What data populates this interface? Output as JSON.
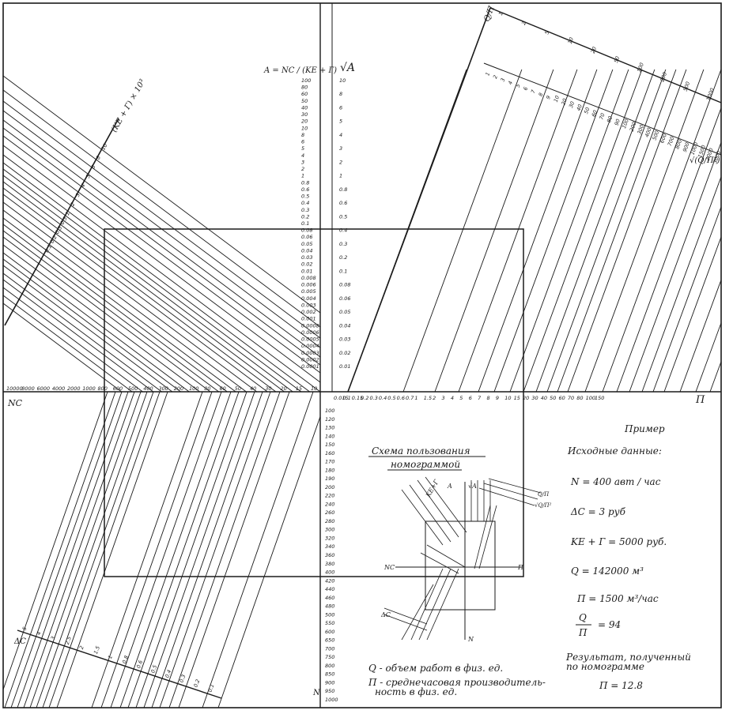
{
  "chart_data": {
    "type": "nomogram",
    "scales": {
      "A": {
        "formula": "A = NC / (KE + Г)",
        "values": [
          "100",
          "80",
          "60",
          "50",
          "40",
          "30",
          "20",
          "10",
          "8",
          "6",
          "5",
          "4",
          "3",
          "2",
          "1",
          "0.8",
          "0.6",
          "0.5",
          "0.4",
          "0.3",
          "0.2",
          "0.1",
          "0.08",
          "0.06",
          "0.05",
          "0.04",
          "0.03",
          "0.02",
          "0.01",
          "0.008",
          "0.006",
          "0.005",
          "0.004",
          "0.003",
          "0.002",
          "0.001",
          "0.0008",
          "0.0006",
          "0.0005",
          "0.0004",
          "0.0003",
          "0.0002",
          "0.0001"
        ]
      },
      "sqrtA": {
        "label": "√A",
        "values": [
          "10",
          "8",
          "6",
          "5",
          "4",
          "3",
          "2",
          "1",
          "0.8",
          "0.6",
          "0.5",
          "0.4",
          "0.3",
          "0.2",
          "0.1",
          "0.08",
          "0.06",
          "0.05",
          "0.04",
          "0.03",
          "0.02",
          "0.01"
        ]
      },
      "KE_G": {
        "label": "(KE + Г) × 10³",
        "values": [
          "0.1",
          "0.2",
          "0.3",
          "0.5",
          "1",
          "2",
          "3",
          "4",
          "5",
          "6",
          "8",
          "10"
        ]
      },
      "NC": {
        "label": "NC",
        "values": [
          "10000",
          "8000",
          "6000",
          "4000",
          "2000",
          "1000",
          "800",
          "600",
          "500",
          "400",
          "300",
          "200",
          "100",
          "80",
          "60",
          "50",
          "40",
          "30",
          "20",
          "15",
          "10"
        ]
      },
      "P": {
        "label": "П",
        "values": [
          "0.015",
          "0.1",
          "0.15",
          "0.2",
          "0.3",
          "0.4",
          "0.5",
          "0.6",
          "0.7",
          "1",
          "1.5",
          "2",
          "3",
          "4",
          "5",
          "6",
          "7",
          "8",
          "9",
          "10",
          "15",
          "20",
          "30",
          "40",
          "50",
          "60",
          "70",
          "80",
          "100",
          "150"
        ]
      },
      "Q_over_P": {
        "label": "Q/П",
        "values": [
          "1",
          "2",
          "5",
          "10",
          "20",
          "50",
          "100",
          "200",
          "500",
          "1000"
        ]
      },
      "sqrt_Q_over_P2": {
        "label": "√(Q/П²)",
        "values": [
          "1",
          "2",
          "3",
          "4",
          "5",
          "6",
          "7",
          "8",
          "9",
          "10",
          "20",
          "30",
          "40",
          "50",
          "60",
          "70",
          "80",
          "90",
          "100",
          "200",
          "300",
          "400",
          "500",
          "600",
          "700",
          "800",
          "900",
          "1000",
          "1500",
          "2000",
          "3000"
        ]
      },
      "dC": {
        "label": "ΔC",
        "values": [
          "5",
          "4",
          "3",
          "2.5",
          "2",
          "1.5",
          "1",
          "0.8",
          "0.6",
          "0.5",
          "0.4",
          "0.3",
          "0.2",
          "0.1"
        ]
      },
      "N": {
        "label": "N",
        "values": [
          "100",
          "120",
          "130",
          "140",
          "150",
          "160",
          "170",
          "180",
          "190",
          "200",
          "220",
          "240",
          "260",
          "280",
          "300",
          "320",
          "340",
          "360",
          "380",
          "400",
          "420",
          "440",
          "460",
          "480",
          "500",
          "550",
          "600",
          "650",
          "700",
          "750",
          "800",
          "850",
          "900",
          "950",
          "1000"
        ]
      }
    },
    "example": {
      "N": 400,
      "dC": 3,
      "KE_G": 5000,
      "Q": 142000,
      "P": 1500,
      "Q_over_P": 94,
      "result_P": 12.8
    }
  },
  "text": {
    "a_formula": "A = NC / (KE + Г)",
    "sqrt_a": "√A",
    "ke_label": "(KE + Г) × 10³",
    "nc_label": "NC",
    "p_label": "П",
    "dc_label": "ΔC",
    "n_label": "N",
    "qp_top": "Q/П",
    "qp2_side": "√(Q/П²)",
    "scheme_title_1": "Схема  пользования",
    "scheme_title_2": "номограммой",
    "scheme_ke": "KE+Г",
    "scheme_a": "A",
    "scheme_va": "√A",
    "scheme_qp": "Q/П",
    "scheme_qp2": "√Q/П²",
    "scheme_nc": "NC",
    "scheme_p": "П",
    "scheme_dc": "ΔC",
    "scheme_n": "N",
    "example_title": "Пример",
    "source_data": "Исходные данные:",
    "ex_n": "N = 400 авт / час",
    "ex_dc": "ΔC  = 3 руб",
    "ex_keg": "KE + Г = 5000 руб.",
    "ex_q": "Q = 142000 м³",
    "ex_p": "П = 1500 м³/час",
    "ex_ratio_num": "Q",
    "ex_ratio_den": "П",
    "ex_ratio_val": "= 94",
    "result_1": "Результат, полученный",
    "result_2": "по   номограмме",
    "result_val": "П = 12.8",
    "legend_q": "Q - объем   работ   в  физ. ед.",
    "legend_p1": "П - среднечасовая  производитель-",
    "legend_p2": "ность          в  физ. ед."
  }
}
